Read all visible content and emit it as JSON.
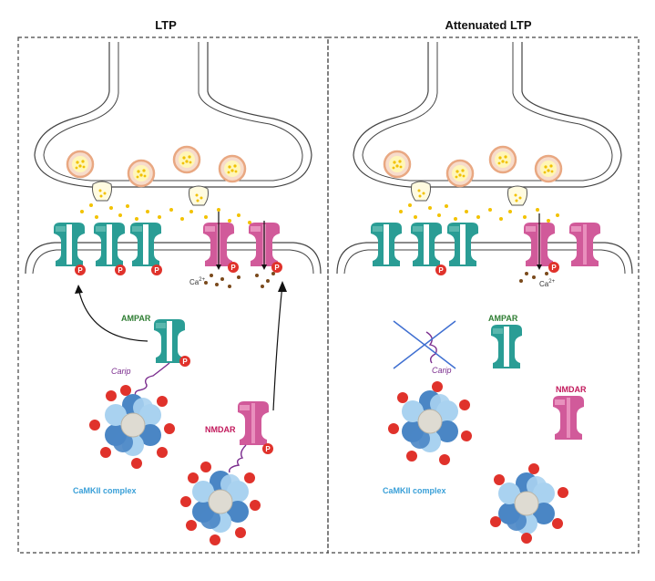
{
  "panels": [
    {
      "title": "LTP",
      "labels": {
        "ampar": "AMPAR",
        "nmdar": "NMDAR",
        "carip": "Carip",
        "camkii": "CaMKII complex",
        "calcium": "Ca",
        "calcium_charge": "2+",
        "phospho": "P"
      }
    },
    {
      "title": "Attenuated LTP",
      "labels": {
        "ampar": "AMPAR",
        "nmdar": "NMDAR",
        "carip": "Carip",
        "camkii": "CaMKII complex",
        "calcium": "Ca",
        "calcium_charge": "2+",
        "phospho": "P"
      }
    }
  ],
  "colors": {
    "ampar": "#2a9d95",
    "nmdar": "#d15a9a",
    "phospho": "#e0322b",
    "camkii_dark": "#4a86c5",
    "camkii_light": "#a9d2f0",
    "camkii_core": "#dedbd2",
    "glutamate": "#f2c200",
    "vesicle_ring": "#e9a882",
    "calcium": "#7a4a1c",
    "carip": "#7b2d8e"
  }
}
